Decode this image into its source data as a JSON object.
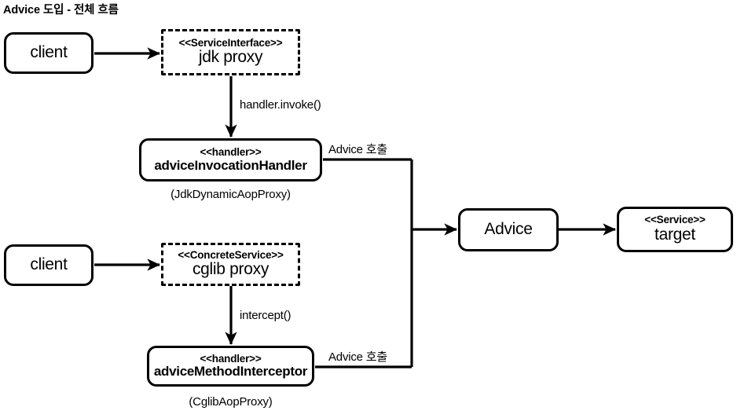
{
  "title": "Advice 도입 - 전체 흐름",
  "nodes": {
    "client_top": {
      "name": "client"
    },
    "jdk_proxy": {
      "stereotype": "<<ServiceInterface>>",
      "name": "jdk proxy"
    },
    "jdk_handler": {
      "stereotype": "<<handler>>",
      "name": "adviceInvocationHandler",
      "caption": "(JdkDynamicAopProxy)"
    },
    "client_bottom": {
      "name": "client"
    },
    "cglib_proxy": {
      "stereotype": "<<ConcreteService>>",
      "name": "cglib proxy"
    },
    "cglib_handler": {
      "stereotype": "<<handler>>",
      "name": "adviceMethodInterceptor",
      "caption": "(CglibAopProxy)"
    },
    "advice": {
      "name": "Advice"
    },
    "target": {
      "stereotype": "<<Service>>",
      "name": "target"
    }
  },
  "edges": {
    "client_to_jdk_proxy": {
      "label": ""
    },
    "jdk_proxy_to_handler": {
      "label": "handler.invoke()"
    },
    "jdk_handler_to_advice": {
      "label": "Advice 호출"
    },
    "client_to_cglib_proxy": {
      "label": ""
    },
    "cglib_proxy_to_handler": {
      "label": "intercept()"
    },
    "cglib_handler_to_advice": {
      "label": "Advice 호출"
    },
    "advice_to_target": {
      "label": ""
    }
  },
  "colors": {
    "stroke": "#000000",
    "background": "#ffffff",
    "text": "#000000"
  }
}
